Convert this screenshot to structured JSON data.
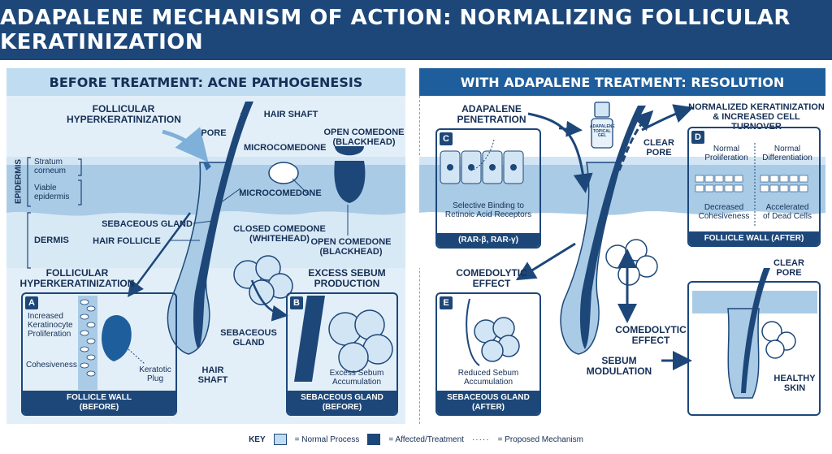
{
  "title": "ADAPALENE MECHANISM OF ACTION: NORMALIZING FOLLICULAR KERATINIZATION",
  "left_panel": {
    "heading": "BEFORE TREATMENT: ACNE PATHOGENESIS",
    "labels": {
      "follicular_hyper_top": "FOLLICULAR\nHYPERKERATINIZATION",
      "pore": "PORE",
      "hair_shaft_top": "HAIR SHAFT",
      "microcomedone_top": "MICROCOMEDONE",
      "open_comedone_top": "OPEN COMEDONE\n(BLACKHEAD)",
      "stratum_corneum": "Stratum\ncorneum",
      "viable_epidermis": "Viable\nepidermis",
      "epidermis": "EPIDERMIS",
      "dermis": "DERMIS",
      "microcomedone_mid": "MICROCOMEDONE",
      "sebaceous_gland_left": "SEBACEOUS GLAND",
      "hair_follicle": "HAIR FOLLICLE",
      "closed_comedone": "CLOSED COMEDONE\n(WHITEHEAD)",
      "open_comedone_bottom": "OPEN COMEDONE\n(BLACKHEAD)",
      "follicular_hyper_bottom": "FOLLICULAR\nHYPERKERATINIZATION",
      "excess_sebum": "EXCESS SEBUM\nPRODUCTION",
      "sebaceous_gland_mid": "SEBACEOUS\nGLAND",
      "hair_shaft_bottom": "HAIR\nSHAFT"
    },
    "box_a": {
      "tag": "A",
      "text_1": "Increased\nKeratinocyte\nProliferation",
      "text_2": "Cohesiveness",
      "text_3": "Keratotic\nPlug",
      "footer": "FOLLICLE WALL\n(BEFORE)"
    },
    "box_b": {
      "tag": "B",
      "text_1": "Excess Sebum\nAccumulation",
      "footer": "SEBACEOUS GLAND\n(BEFORE)"
    }
  },
  "right_panel": {
    "heading": "WITH ADAPALENE TREATMENT: RESOLUTION",
    "labels": {
      "adapalene_penetration": "ADAPALENE\nPENETRATION",
      "bottle_label": "ADAPALENE\nTOPICAL\nGEL",
      "clear_pore_top": "CLEAR\nPORE",
      "normalized": "NORMALIZED KERATINIZATION\n& INCREASED CELL TURNOVER",
      "comedolytic_left": "COMEDOLYTIC\nEFFECT",
      "comedolytic_mid": "COMEDOLYTIC\nEFFECT",
      "sebum_modulation": "SEBUM MODULATION",
      "clear_pore_bottom": "CLEAR\nPORE",
      "healthy_skin": "HEALTHY\nSKIN"
    },
    "box_c": {
      "tag": "C",
      "text_1": "Selective Binding to\nRetinoic Acid Receptors",
      "footer": "(RAR-β, RAR-γ)"
    },
    "box_d": {
      "tag": "D",
      "text_1": "Normal\nProliferation",
      "text_2": "Normal\nDifferentiation",
      "text_3": "Decreased\nCohesiveness",
      "text_4": "Accelerated\nof Dead Cells",
      "footer": "FOLLICLE WALL (AFTER)"
    },
    "box_e": {
      "tag": "E",
      "text_1": "Reduced Sebum\nAccumulation",
      "footer": "SEBACEOUS GLAND\n(AFTER)"
    }
  },
  "key": {
    "title": "KEY",
    "normal": "= Normal Process",
    "affected": "= Affected/Treatment",
    "proposed": "= Proposed Mechanism"
  },
  "colors": {
    "navy": "#1d4779",
    "light_blue": "#bfdcf1",
    "mid_blue": "#1f5e9c",
    "skin_light": "#a9cbe6"
  }
}
